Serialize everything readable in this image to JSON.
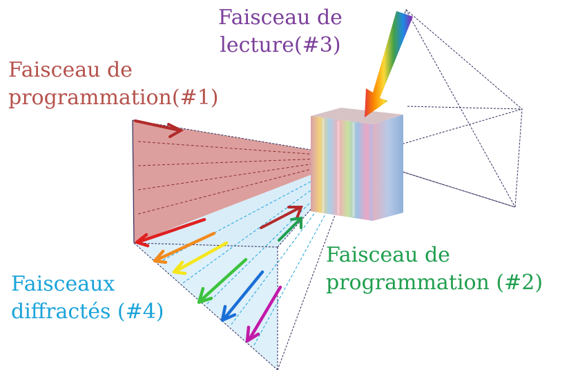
{
  "labels": {
    "programming_beam_1": [
      "Faisceau de",
      "programmation(#1)"
    ],
    "reading_beam": [
      "Faisceau de",
      "lecture(#3)"
    ],
    "programming_beam_2": [
      "Faisceau de",
      "programmation (#2)"
    ],
    "diffracted_beams": [
      "Faisceaux",
      "diffractés (#4)"
    ]
  },
  "colors": {
    "programming_beam_1": "#b5524c",
    "reading_beam": "#7b3f9b",
    "programming_beam_2": "#1f9e4e",
    "diffracted_beams": "#1aa3d9",
    "beam_fill_red": "#c0504d",
    "beam_fill_blue": "#cfe9f7",
    "outline": "#2b2b5a"
  },
  "diffracted_arrow_colors": [
    "#e02020",
    "#f28a1e",
    "#f5e61a",
    "#3cc23c",
    "#1a6fd6",
    "#c21aa8"
  ],
  "icons": [
    "rainbow-arrow-icon",
    "hologram-crystal-icon"
  ]
}
